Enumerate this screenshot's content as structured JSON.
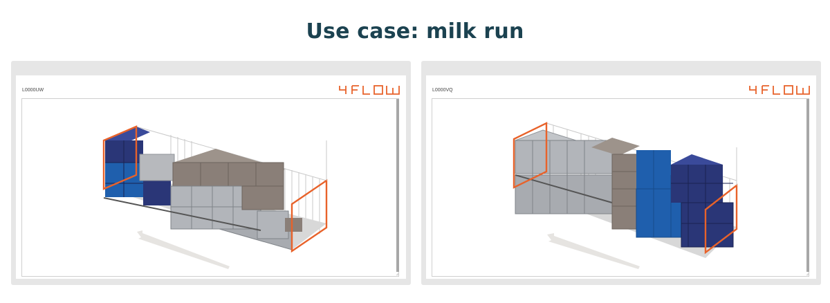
{
  "page": {
    "title": "Use case: milk run"
  },
  "panels": [
    {
      "load_id": "L0000UW",
      "logo": "4FLOW"
    },
    {
      "load_id": "L0000VQ",
      "logo": "4FLOW"
    }
  ],
  "colors": {
    "title": "#1b4250",
    "brand_orange": "#e8622a",
    "pallet_navy": "#2a3677",
    "pallet_blue": "#1f5fad",
    "pallet_gray": "#a8abb0",
    "pallet_taupe": "#8a7f78",
    "arrow": "#e6e4e1"
  }
}
